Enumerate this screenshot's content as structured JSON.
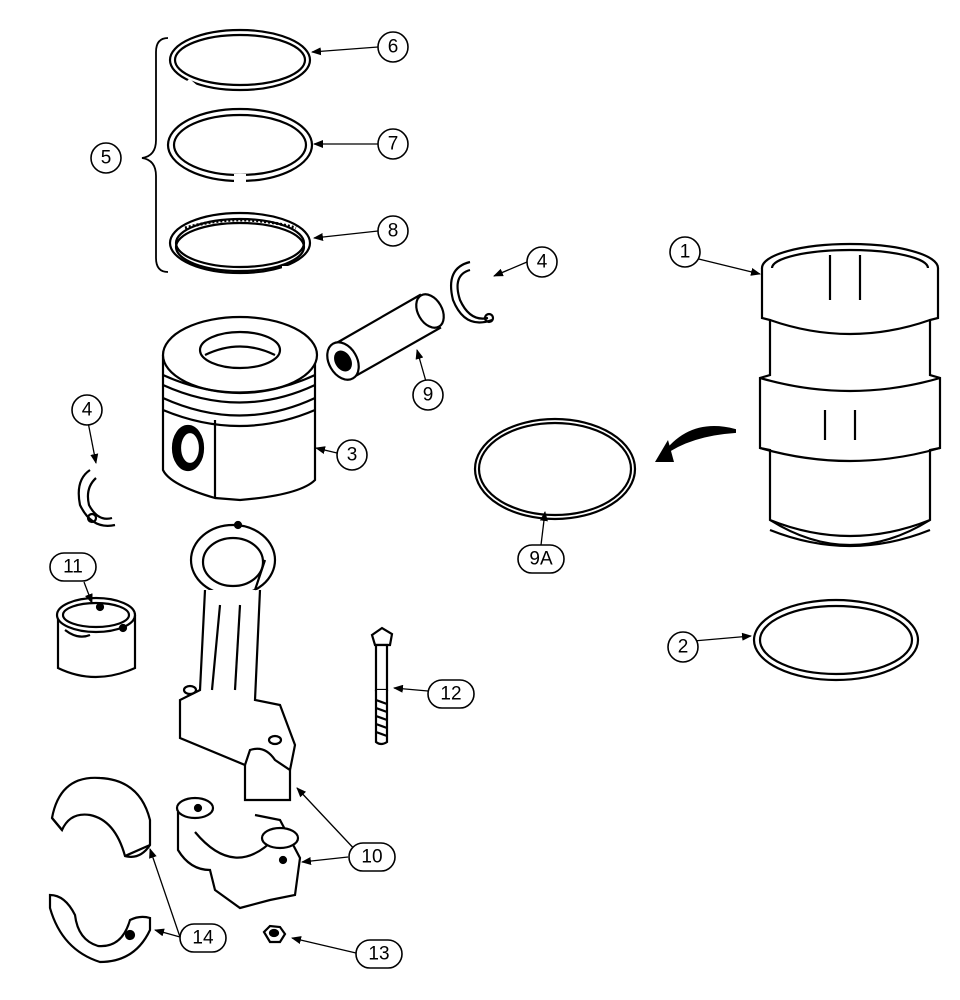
{
  "callouts": [
    {
      "id": "c1",
      "label": "1"
    },
    {
      "id": "c2",
      "label": "2"
    },
    {
      "id": "c3",
      "label": "3"
    },
    {
      "id": "c4a",
      "label": "4"
    },
    {
      "id": "c4b",
      "label": "4"
    },
    {
      "id": "c5",
      "label": "5"
    },
    {
      "id": "c6",
      "label": "6"
    },
    {
      "id": "c7",
      "label": "7"
    },
    {
      "id": "c8",
      "label": "8"
    },
    {
      "id": "c9",
      "label": "9"
    },
    {
      "id": "c9a",
      "label": "9A"
    },
    {
      "id": "c10",
      "label": "10"
    },
    {
      "id": "c11",
      "label": "11"
    },
    {
      "id": "c12",
      "label": "12"
    },
    {
      "id": "c13",
      "label": "13"
    },
    {
      "id": "c14",
      "label": "14"
    }
  ]
}
